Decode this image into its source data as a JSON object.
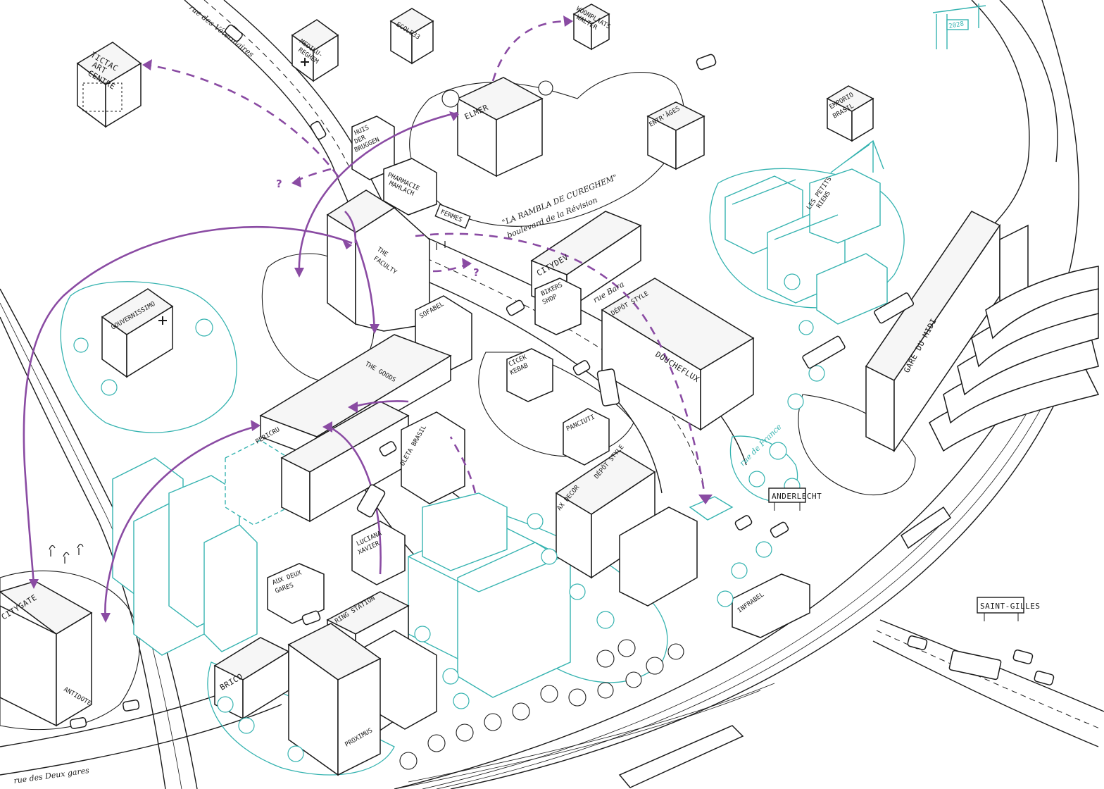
{
  "map": {
    "labels": {
      "tictac": [
        "TICTAC",
        "ART",
        "CENTRE"
      ],
      "mediku": [
        "MEDIKU-",
        "REGHEM"
      ],
      "ecole": "ECOLE33",
      "walter": [
        "WOONPLAATS",
        "WALTER"
      ],
      "huis": [
        "HUIS",
        "DER",
        "BRUGGEN"
      ],
      "pharmacie": [
        "PHARMACIE",
        "MAHLACH"
      ],
      "elmer": "ELMER",
      "fermes": "FERMES",
      "entrages": "ENTR'ÂGES",
      "emporio": [
        "EMPORIO",
        "BRASIL"
      ],
      "faculty": [
        "THE",
        "FACULTY"
      ],
      "sofabel": "SOFABEL",
      "citydev": "CITYDEV",
      "bikershop": [
        "BIKERS",
        "SHOP"
      ],
      "depotstyle1": "DÉPÔT STYLE",
      "doucheflux": "DOUCHEFLUX",
      "lespetitsriens": [
        "LES PETITS",
        "RIENS"
      ],
      "gouvernissimo": "GOUVERNISSIMO",
      "thegoods": "THE GOODS",
      "cicekkebab": [
        "CICEK",
        "KEBAB"
      ],
      "pericru": "PERICRU",
      "oleta": "OLETA BRASIL",
      "panciuti": "PANCIUTI",
      "axdecor": "AX DECOR",
      "depotstyle2": "DÉPÔT STYLE",
      "garedumidi": "GARE DU MIDI",
      "anderlecht": "ANDERLECHT",
      "luciana": [
        "LUCIANA",
        "XAVIER"
      ],
      "auxdeuxgares": [
        "AUX DEUX",
        "GARES"
      ],
      "ringstation": "RING STATION",
      "citygate": "CITYGATE",
      "antidote": "ANTIDOTE",
      "brico": "BRICO",
      "proximus": "PROXIMUS",
      "infrabel": "INFRABEL",
      "saintgilles": "SAINT-GILLES",
      "arch_year": "2028",
      "rambla": "\"LA RAMBLA DE CUREGHEM\"",
      "boulevard": "boulevard de la Révision",
      "rue_veterinaires": "rue des Vétérinaires",
      "rue_bara": "rue Bara",
      "rue_france": "rue de France",
      "rue_deux_gares": "rue des Deux gares",
      "question": "?"
    },
    "colors": {
      "ink": "#1a1a1a",
      "accent_purple": "#8a4ba3",
      "accent_teal": "#35b3b0",
      "paper": "#ffffff"
    }
  }
}
